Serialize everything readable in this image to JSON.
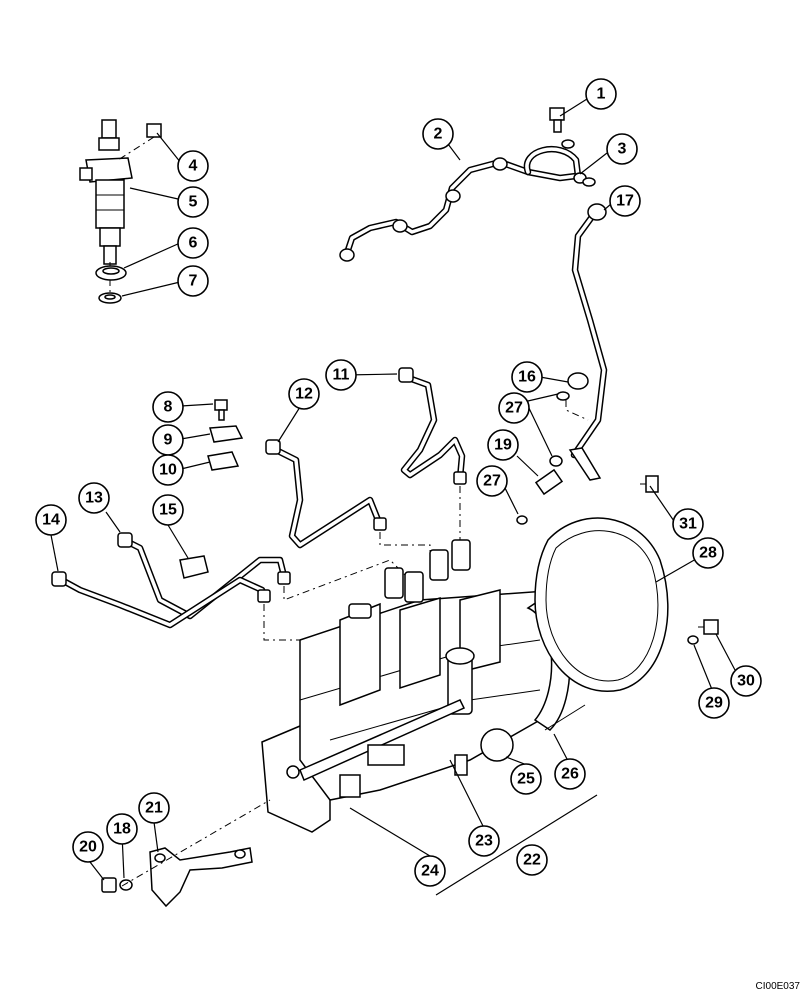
{
  "drawing_code": "CI00E037",
  "callouts": [
    {
      "id": "1",
      "label": "1"
    },
    {
      "id": "2",
      "label": "2"
    },
    {
      "id": "3",
      "label": "3"
    },
    {
      "id": "4",
      "label": "4"
    },
    {
      "id": "5",
      "label": "5"
    },
    {
      "id": "6",
      "label": "6"
    },
    {
      "id": "7",
      "label": "7"
    },
    {
      "id": "8",
      "label": "8"
    },
    {
      "id": "9",
      "label": "9"
    },
    {
      "id": "10",
      "label": "10"
    },
    {
      "id": "11",
      "label": "11"
    },
    {
      "id": "12",
      "label": "12"
    },
    {
      "id": "13",
      "label": "13"
    },
    {
      "id": "14",
      "label": "14"
    },
    {
      "id": "15",
      "label": "15"
    },
    {
      "id": "16",
      "label": "16"
    },
    {
      "id": "17",
      "label": "17"
    },
    {
      "id": "18",
      "label": "18"
    },
    {
      "id": "19",
      "label": "19"
    },
    {
      "id": "20",
      "label": "20"
    },
    {
      "id": "21",
      "label": "21"
    },
    {
      "id": "22",
      "label": "22"
    },
    {
      "id": "23",
      "label": "23"
    },
    {
      "id": "24",
      "label": "24"
    },
    {
      "id": "25",
      "label": "25"
    },
    {
      "id": "26",
      "label": "26"
    },
    {
      "id": "27a",
      "label": "27"
    },
    {
      "id": "27b",
      "label": "27"
    },
    {
      "id": "28",
      "label": "28"
    },
    {
      "id": "29",
      "label": "29"
    },
    {
      "id": "30",
      "label": "30"
    },
    {
      "id": "31",
      "label": "31"
    }
  ]
}
